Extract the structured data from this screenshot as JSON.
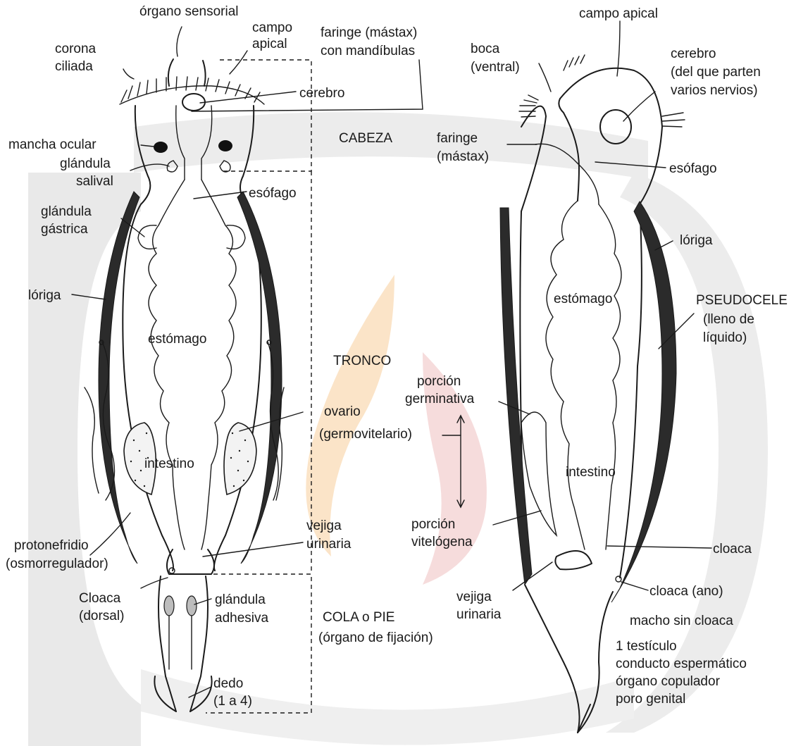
{
  "colors": {
    "ink": "#1a1a1a",
    "watermark_gray": "#e6e6e6",
    "watermark_orange": "#fbe3c7",
    "watermark_pink": "#f7dcdc",
    "gland_fill": "#bdbdbd"
  },
  "left_labels": {
    "organo_sensorial": "órgano sensorial",
    "campo_apical_1": "campo",
    "campo_apical_2": "apical",
    "corona_1": "corona",
    "corona_2": "ciliada",
    "faringe_1": "faringe (mástax)",
    "faringe_2": "con mandíbulas",
    "cerebro": "cerebro",
    "cabeza": "CABEZA",
    "mancha_ocular": "mancha ocular",
    "glandula_salival_1": "glándula",
    "glandula_salival_2": "salival",
    "esofago": "esófago",
    "glandula_gastrica_1": "glándula",
    "glandula_gastrica_2": "gástrica",
    "loriga": "lóriga",
    "estomago": "estómago",
    "tronco": "TRONCO",
    "ovario_1": "ovario",
    "ovario_2": "(germovitelario)",
    "intestino": "intestino",
    "vejiga_1": "vejiga",
    "vejiga_2": "urinaria",
    "protonefridio_1": "protonefridio",
    "protonefridio_2": "(osmorregulador)",
    "cloaca_1": "Cloaca",
    "cloaca_2": "(dorsal)",
    "glandula_adhesiva_1": "glándula",
    "glandula_adhesiva_2": "adhesiva",
    "cola_1": "COLA o PIE",
    "cola_2": "(órgano de fijación)",
    "dedo_1": "dedo",
    "dedo_2": "(1 a 4)"
  },
  "middle_labels": {
    "porcion_germ_1": "porción",
    "porcion_germ_2": "germinativa",
    "porcion_vit_1": "porción",
    "porcion_vit_2": "vitelógena"
  },
  "right_labels": {
    "campo_apical": "campo apical",
    "boca_1": "boca",
    "boca_2": "(ventral)",
    "cerebro_1": "cerebro",
    "cerebro_2": "(del que parten",
    "cerebro_3": "varios nervios)",
    "faringe_1": "faringe",
    "faringe_2": "(mástax)",
    "esofago": "esófago",
    "loriga": "lóriga",
    "estomago": "estómago",
    "pseudocele_1": "PSEUDOCELE",
    "pseudocele_2": "(lleno de",
    "pseudocele_3": "líquido)",
    "intestino": "intestino",
    "cloaca": "cloaca",
    "cloaca_ano": "cloaca (ano)",
    "vejiga_1": "vejiga",
    "vejiga_2": "urinaria",
    "macho": "macho sin cloaca",
    "macho_1": "1 testículo",
    "macho_2": "conducto espermático",
    "macho_3": "órgano copulador",
    "macho_4": "poro genital"
  }
}
